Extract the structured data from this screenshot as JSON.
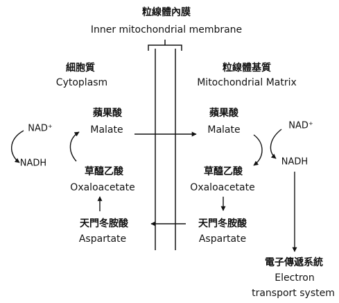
{
  "membrane": {
    "label_zh": "粒線體內膜",
    "label_en": "Inner mitochondrial membrane"
  },
  "cytoplasm": {
    "label_zh": "細胞質",
    "label_en": "Cytoplasm",
    "malate_zh": "蘋果酸",
    "malate_en": "Malate",
    "oaa_zh": "草醯乙酸",
    "oaa_en": "Oxaloacetate",
    "aspartate_zh": "天門冬胺酸",
    "aspartate_en": "Aspartate",
    "nad": "NAD⁺",
    "nadh": "NADH"
  },
  "matrix": {
    "label_zh": "粒線體基質",
    "label_en": "Mitochondrial Matrix",
    "malate_zh": "蘋果酸",
    "malate_en": "Malate",
    "oaa_zh": "草醯乙酸",
    "oaa_en": "Oxaloacetate",
    "aspartate_zh": "天門冬胺酸",
    "aspartate_en": "Aspartate",
    "nad": "NAD⁺",
    "nadh": "NADH"
  },
  "electron_transport": {
    "label_zh": "電子傳遞系統",
    "label_en_1": "Electron",
    "label_en_2": "transport system"
  }
}
